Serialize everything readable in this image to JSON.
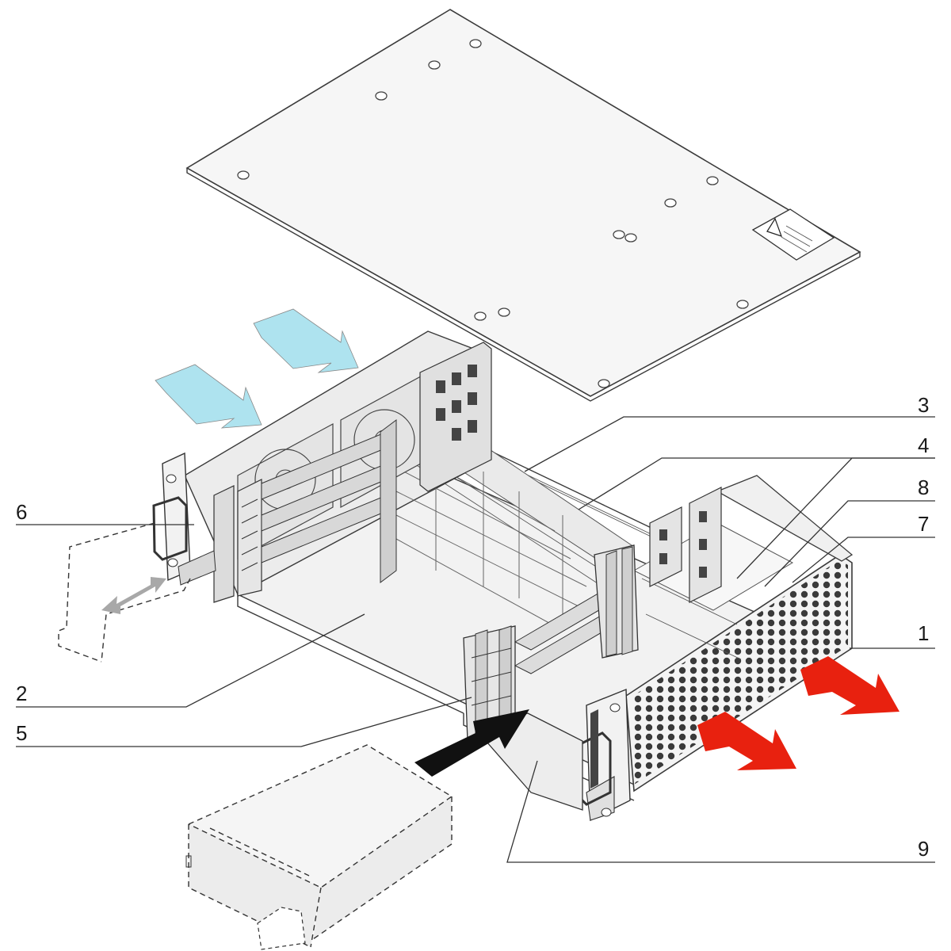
{
  "callouts": [
    {
      "id": "1",
      "label": "1"
    },
    {
      "id": "2",
      "label": "2"
    },
    {
      "id": "3",
      "label": "3"
    },
    {
      "id": "4",
      "label": "4"
    },
    {
      "id": "5",
      "label": "5"
    },
    {
      "id": "6",
      "label": "6"
    },
    {
      "id": "7",
      "label": "7"
    },
    {
      "id": "8",
      "label": "8"
    },
    {
      "id": "9",
      "label": "9"
    }
  ],
  "colors": {
    "intake_arrow": "#aee3ef",
    "exhaust_arrow": "#e8210f",
    "insert_arrow": "#111111",
    "perforation": "#3a3a3a"
  },
  "icons": {
    "warning_label": "warning-label-icon"
  }
}
